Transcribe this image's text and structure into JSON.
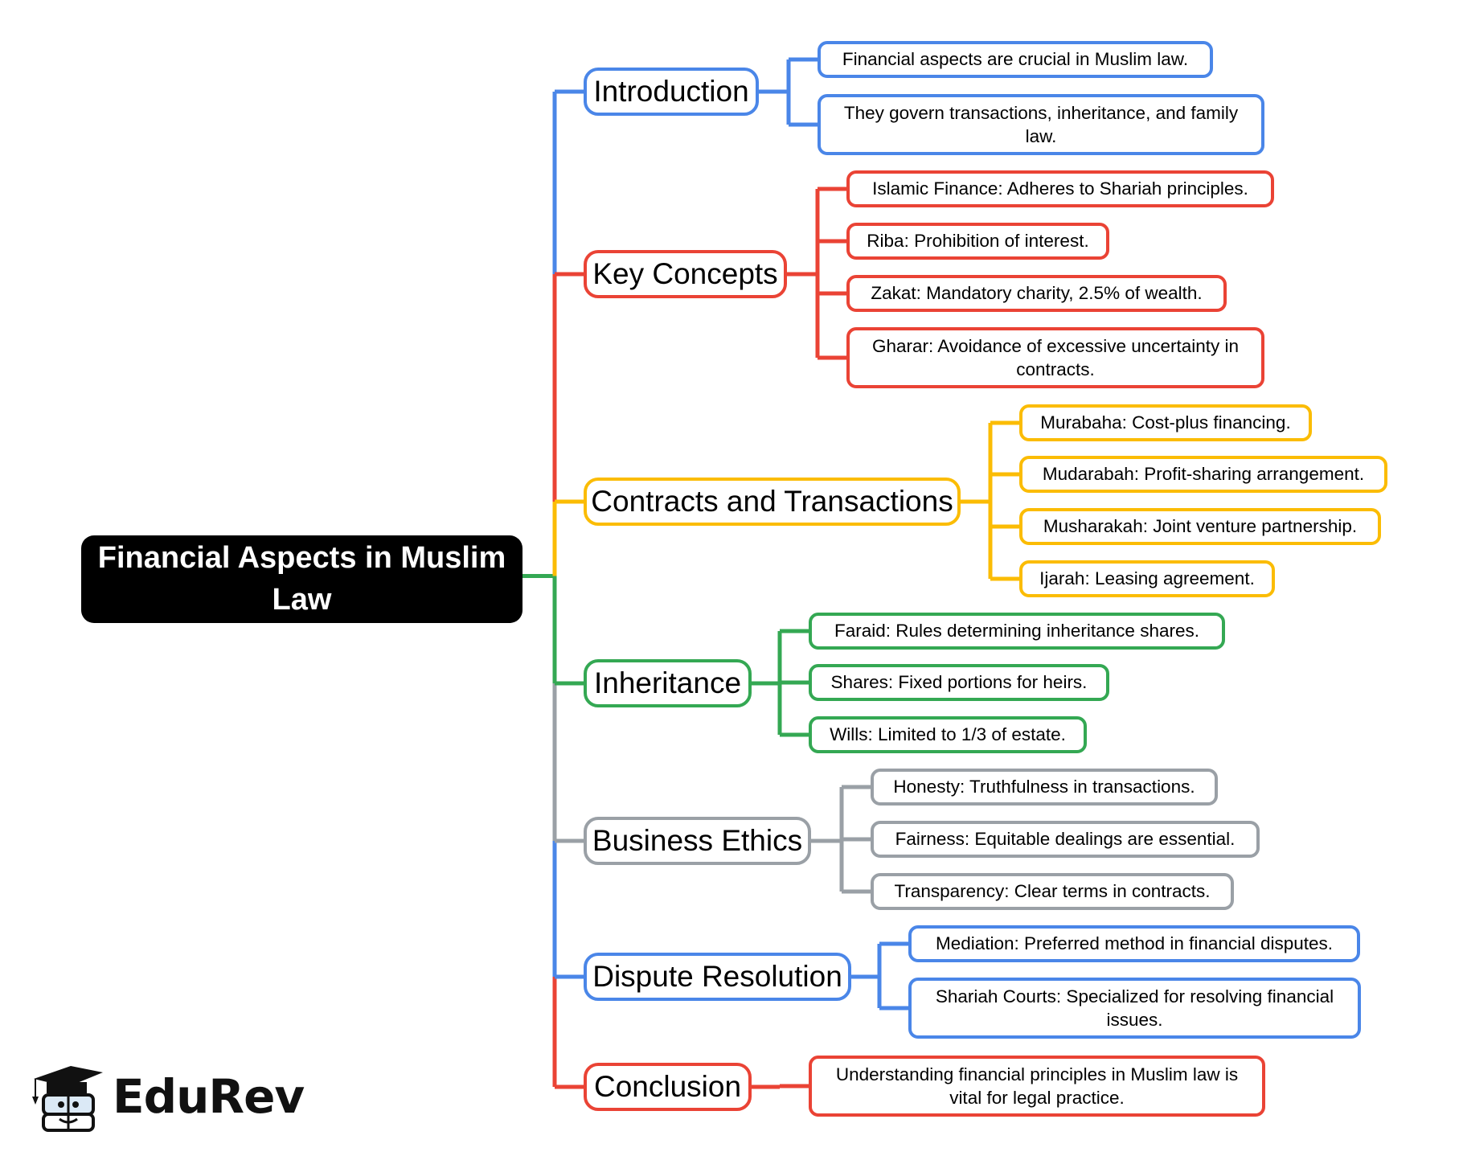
{
  "root": {
    "label": "Financial Aspects in Muslim Law"
  },
  "colors": {
    "blue": "#4a86e8",
    "red": "#ea4335",
    "yellow": "#fbbc04",
    "green": "#34a853",
    "gray": "#9aa0a6",
    "root_bg": "#000000"
  },
  "branches": [
    {
      "label": "Introduction",
      "color": "blue",
      "children": [
        "Financial aspects are crucial in Muslim law.",
        "They govern transactions, inheritance, and family law."
      ]
    },
    {
      "label": "Key Concepts",
      "color": "red",
      "children": [
        "Islamic Finance: Adheres to Shariah principles.",
        "Riba: Prohibition of interest.",
        "Zakat: Mandatory charity, 2.5% of wealth.",
        "Gharar: Avoidance of excessive uncertainty in contracts."
      ]
    },
    {
      "label": "Contracts and Transactions",
      "color": "yellow",
      "children": [
        "Murabaha: Cost-plus financing.",
        "Mudarabah: Profit-sharing arrangement.",
        "Musharakah: Joint venture partnership.",
        "Ijarah: Leasing agreement."
      ]
    },
    {
      "label": "Inheritance",
      "color": "green",
      "children": [
        "Faraid: Rules determining inheritance shares.",
        "Shares: Fixed portions for heirs.",
        "Wills: Limited to 1/3 of estate."
      ]
    },
    {
      "label": "Business Ethics",
      "color": "gray",
      "children": [
        "Honesty: Truthfulness in transactions.",
        "Fairness: Equitable dealings are essential.",
        "Transparency: Clear terms in contracts."
      ]
    },
    {
      "label": "Dispute Resolution",
      "color": "blue",
      "children": [
        "Mediation: Preferred method in financial disputes.",
        "Shariah Courts: Specialized for resolving financial issues."
      ]
    },
    {
      "label": "Conclusion",
      "color": "red",
      "children": [
        "Understanding financial principles in Muslim law is vital for legal practice."
      ]
    }
  ],
  "logo": {
    "text": "EduRev",
    "icon": "graduation-cap-mascot-icon"
  }
}
